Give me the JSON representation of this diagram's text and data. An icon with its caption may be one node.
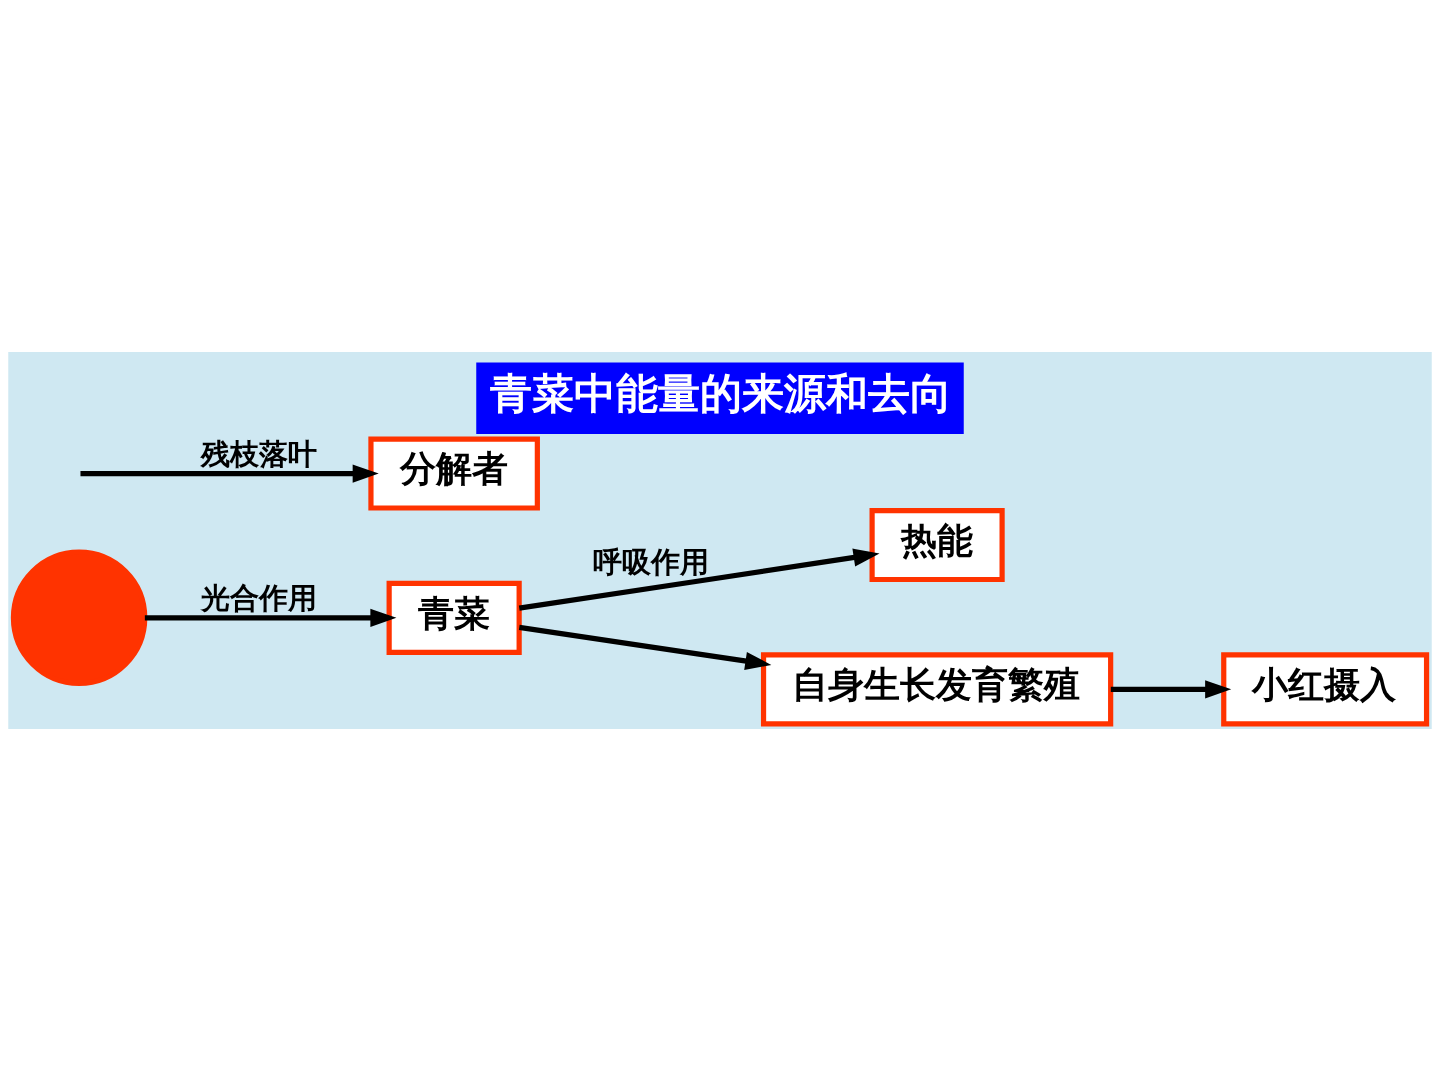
{
  "diagram": {
    "title": "青菜中能量的来源和去向",
    "nodes": [
      {
        "text": [],
        "shape": "circle"
      },
      {
        "text": [
          "青菜"
        ]
      },
      {
        "text": [
          "热能"
        ]
      },
      {
        "text": [
          "自身生长发育繁殖"
        ]
      },
      {
        "text": [
          "小红摄入"
        ]
      },
      {
        "text": [
          "分解者"
        ]
      }
    ],
    "edges": [
      {
        "from": 0,
        "to": 1,
        "arrow": "to",
        "label": "光合作用"
      },
      {
        "from": 1,
        "to": 2,
        "arrow": "to",
        "label": "呼吸作用"
      },
      {
        "from": 1,
        "to": 3,
        "arrow": "to"
      },
      {
        "from": 3,
        "to": 4,
        "arrow": "to"
      },
      {
        "from": null,
        "to": 5,
        "arrow": "to",
        "label": "残枝落叶"
      }
    ]
  }
}
